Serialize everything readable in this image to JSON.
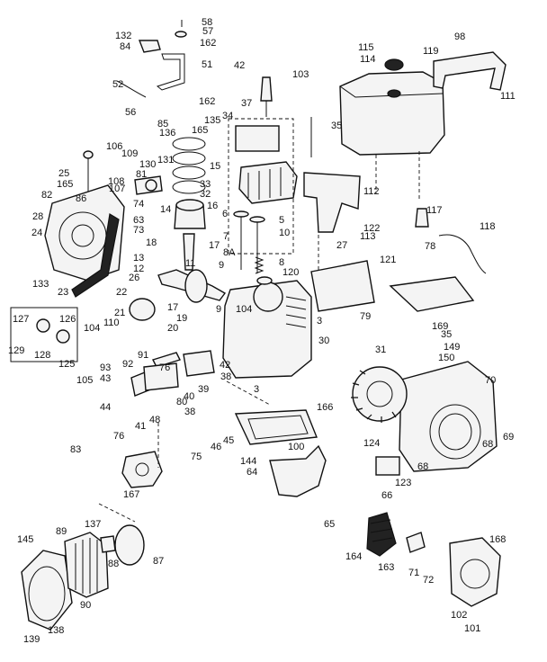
{
  "labels": [
    "58",
    "132",
    "57",
    "162",
    "84",
    "51",
    "42",
    "103",
    "98",
    "115",
    "119",
    "114",
    "111",
    "52",
    "56",
    "162",
    "37",
    "85",
    "135",
    "165",
    "34",
    "136",
    "35",
    "106",
    "109",
    "130",
    "131",
    "15",
    "25",
    "165",
    "108",
    "81",
    "107",
    "86",
    "33",
    "32",
    "82",
    "28",
    "74",
    "24",
    "63",
    "73",
    "16",
    "6",
    "5",
    "112",
    "117",
    "113",
    "122",
    "118",
    "14",
    "18",
    "17",
    "7",
    "10",
    "27",
    "78",
    "133",
    "8A",
    "9",
    "8",
    "76",
    "23",
    "26",
    "22",
    "13",
    "12",
    "11",
    "120",
    "121",
    "127",
    "126",
    "21",
    "17",
    "19",
    "104",
    "9",
    "3",
    "79",
    "110",
    "20",
    "169",
    "129",
    "128",
    "125",
    "104",
    "35",
    "149",
    "150",
    "105",
    "91",
    "30",
    "31",
    "92",
    "93",
    "43",
    "40",
    "39",
    "38",
    "42",
    "3",
    "70",
    "166",
    "80",
    "38",
    "44",
    "41",
    "48",
    "46",
    "45",
    "100",
    "68",
    "69",
    "76",
    "75",
    "124",
    "83",
    "144",
    "68",
    "167",
    "64",
    "66",
    "123",
    "65",
    "145",
    "89",
    "137",
    "88",
    "87",
    "164",
    "163",
    "71",
    "72",
    "168",
    "90",
    "138",
    "139",
    "102",
    "101"
  ]
}
